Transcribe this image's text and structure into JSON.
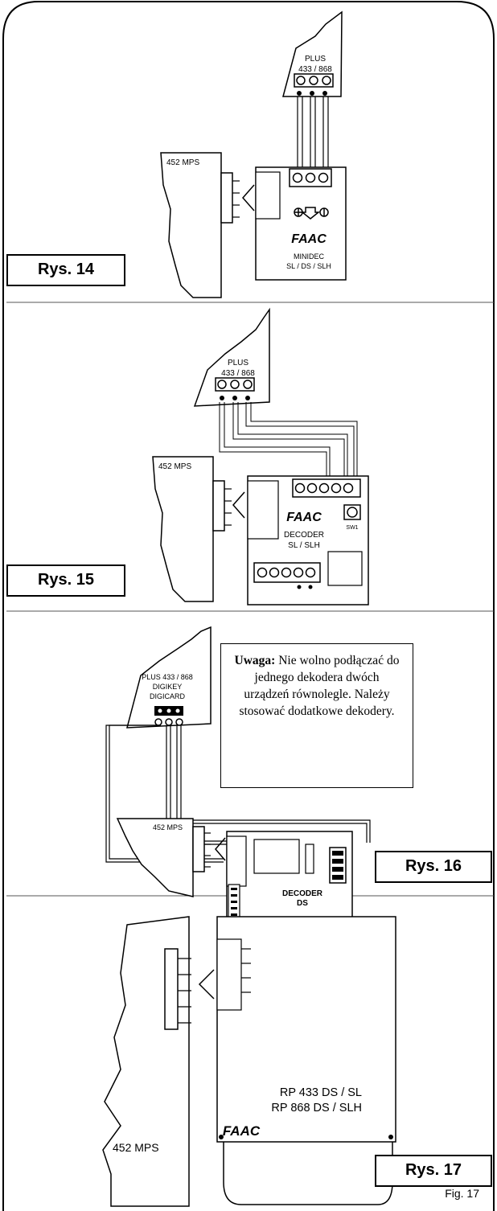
{
  "fig14": {
    "label": "Rys. 14",
    "plus_name": "PLUS",
    "plus_freq": "433 / 868",
    "receiver": "452 MPS",
    "brand": "FAAC",
    "module": "MINIDEC",
    "module_sub": "SL / DS / SLH"
  },
  "fig15": {
    "label": "Rys. 15",
    "plus_name": "PLUS",
    "plus_freq": "433 / 868",
    "receiver": "452 MPS",
    "brand": "FAAC",
    "module": "DECODER",
    "module_sub": "SL / SLH",
    "sw": "SW1"
  },
  "fig16": {
    "label": "Rys. 16",
    "device_line1": "PLUS 433 / 868",
    "device_line2": "DIGIKEY",
    "device_line3": "DIGICARD",
    "receiver": "452 MPS",
    "module": "DECODER",
    "module_sub": "DS",
    "note_bold": "Uwaga:",
    "note_text": " Nie wolno podłączać do jednego dekodera dwóch urządzeń równolegle. Należy stosować dodatkowe dekodery."
  },
  "fig17": {
    "label": "Rys. 17",
    "receiver": "452 MPS",
    "model1": "RP 433 DS / SL",
    "model2": "RP 868 DS / SLH",
    "brand": "FAAC",
    "cut_text": "Fig. 17"
  }
}
